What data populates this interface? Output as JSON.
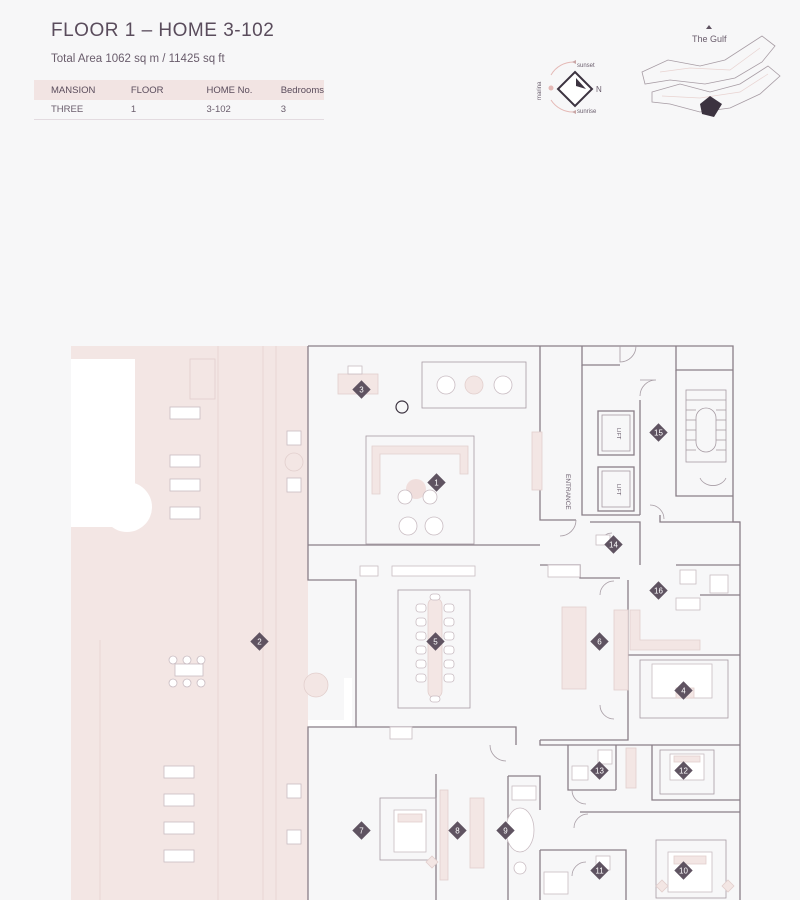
{
  "header": {
    "title": "FLOOR 1 – HOME 3-102",
    "area": "Total Area 1062 sq m / 11425 sq ft"
  },
  "unit_table": {
    "columns": [
      "MANSION",
      "FLOOR",
      "HOME No.",
      "Bedrooms"
    ],
    "row": [
      "THREE",
      "1",
      "3-102",
      "3"
    ]
  },
  "compass": {
    "north": "N",
    "sunset": "sunset",
    "sunrise": "sunrise",
    "marina": "marina"
  },
  "site_plan": {
    "label": "The Gulf"
  },
  "plan": {
    "entrance_label": "ENTRANCE",
    "lift_label": "LIFT",
    "room_markers": [
      "1",
      "2",
      "3",
      "4",
      "5",
      "6",
      "7",
      "8",
      "9",
      "10",
      "11",
      "12",
      "13",
      "14",
      "15",
      "16"
    ]
  },
  "colors": {
    "text": "#5a4c5c",
    "terrace": "#f3e6e4",
    "wall": "#8a7f88",
    "marker": "#5f5361"
  }
}
